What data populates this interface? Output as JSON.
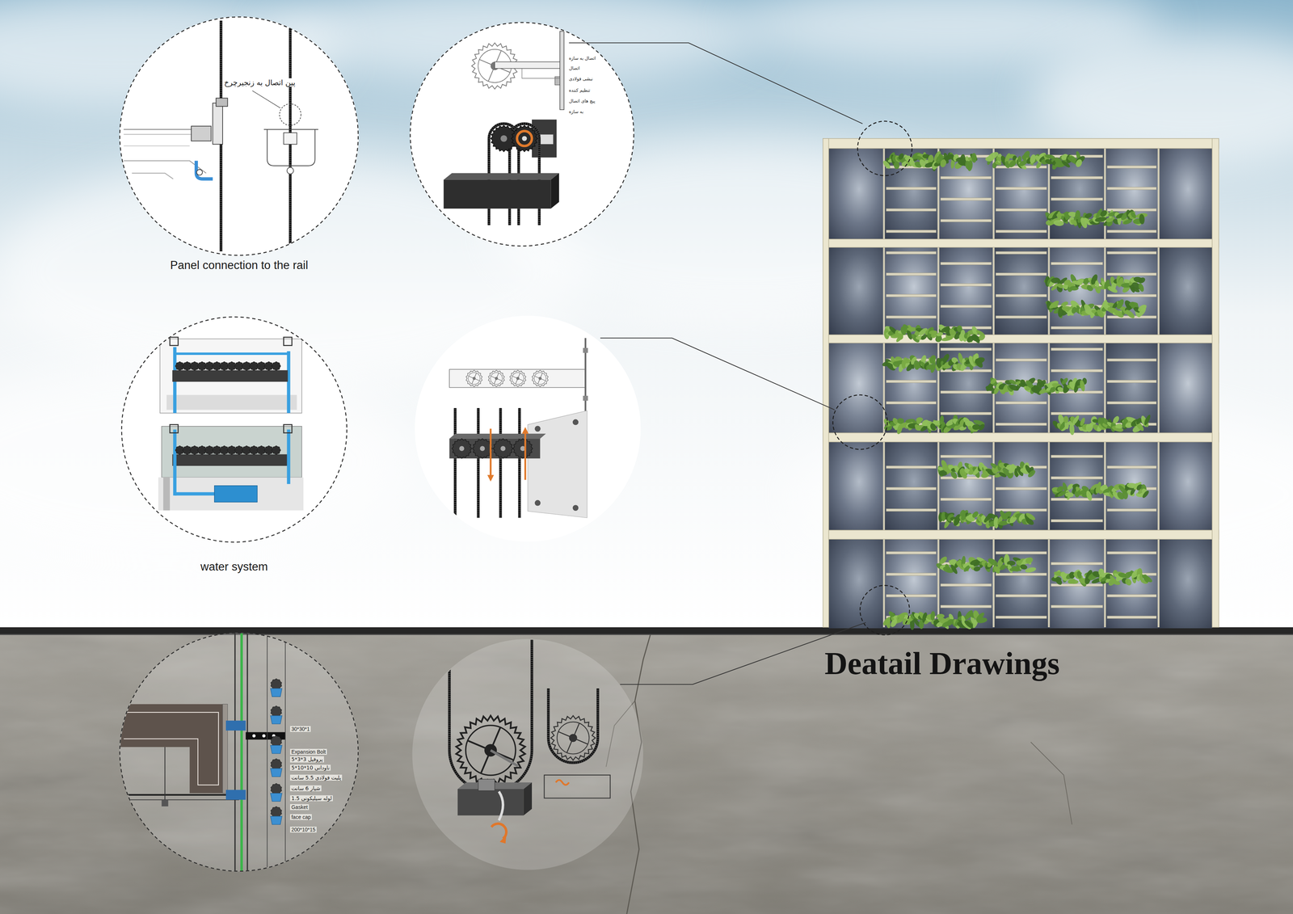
{
  "diagram": {
    "title": "Deatail Drawings",
    "nodes": [
      {
        "text": [
          "پین اتصال به زنجیرچرخ",
          "Panel connection to the rail"
        ]
      },
      {
        "text": [
          "اتصال به سازه",
          "اتصال",
          "نبشی فولادی",
          "تنظیم کننده",
          "پیچ های اتصال",
          "به سازه"
        ]
      },
      {
        "text": [
          "water system"
        ]
      },
      {
        "text": [
          "30*30*1",
          "Expansion Bolt",
          "پروفیل 3*3*5",
          "ناودانی 10*10*5",
          "پلیت فولادی 5.5 سانت",
          "شیار 6 سانت",
          "لوله سیلیکونی 1.5",
          "Gasket",
          "face cap",
          "200*10*15"
        ]
      }
    ]
  }
}
